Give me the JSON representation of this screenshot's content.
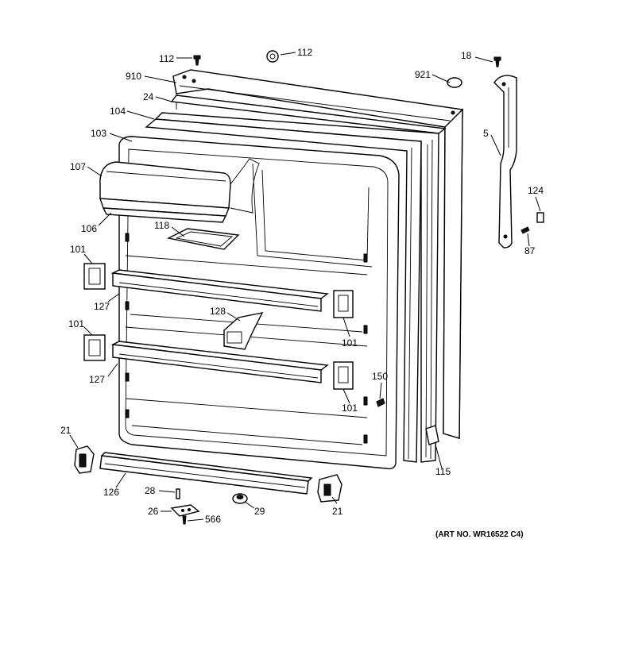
{
  "diagram": {
    "art_number": "(ART NO. WR16522 C4)",
    "callouts": [
      {
        "key": "c112a",
        "label": "112"
      },
      {
        "key": "c112b",
        "label": "112"
      },
      {
        "key": "c18",
        "label": "18"
      },
      {
        "key": "c910",
        "label": "910"
      },
      {
        "key": "c921",
        "label": "921"
      },
      {
        "key": "c24",
        "label": "24"
      },
      {
        "key": "c104",
        "label": "104"
      },
      {
        "key": "c103",
        "label": "103"
      },
      {
        "key": "c5",
        "label": "5"
      },
      {
        "key": "c107",
        "label": "107"
      },
      {
        "key": "c124",
        "label": "124"
      },
      {
        "key": "c106",
        "label": "106"
      },
      {
        "key": "c118",
        "label": "118"
      },
      {
        "key": "c87",
        "label": "87"
      },
      {
        "key": "c101a",
        "label": "101"
      },
      {
        "key": "c127a",
        "label": "127"
      },
      {
        "key": "c128",
        "label": "128"
      },
      {
        "key": "c101b",
        "label": "101"
      },
      {
        "key": "c101c",
        "label": "101"
      },
      {
        "key": "c127b",
        "label": "127"
      },
      {
        "key": "c150",
        "label": "150"
      },
      {
        "key": "c101d",
        "label": "101"
      },
      {
        "key": "c21a",
        "label": "21"
      },
      {
        "key": "c115",
        "label": "115"
      },
      {
        "key": "c126",
        "label": "126"
      },
      {
        "key": "c28",
        "label": "28"
      },
      {
        "key": "c21b",
        "label": "21"
      },
      {
        "key": "c26",
        "label": "26"
      },
      {
        "key": "c29",
        "label": "29"
      },
      {
        "key": "c566",
        "label": "566"
      }
    ]
  }
}
